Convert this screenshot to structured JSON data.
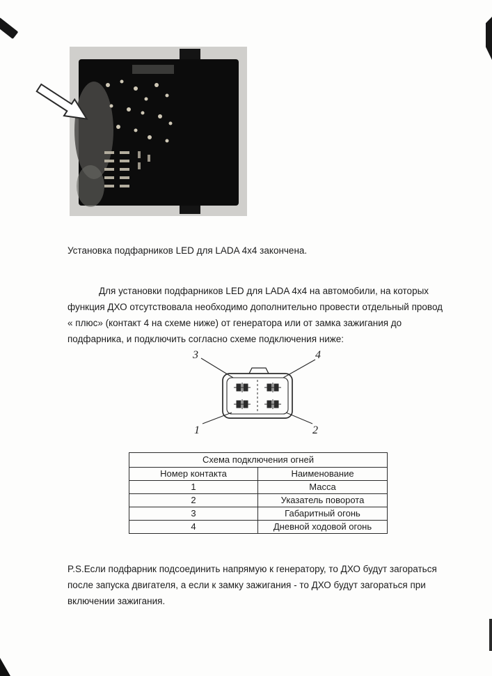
{
  "page": {
    "caption": "Установка подфарников LED для LADA 4x4 закончена.",
    "paragraph": "Для установки подфарников LED для LADA 4x4 на автомобили, на которых функция ДХО отсутствовала необходимо дополнительно провести отдельный провод « плюс» (контакт 4 на схеме ниже) от генератора или от замка зажигания до подфарника, и подключить согласно схеме подключения ниже:",
    "ps_note": "P.S.Если подфарник подсоединить напрямую к генератору, то ДХО будут загораться после запуска двигателя, а если к замку зажигания - то ДХО будут загораться при включении зажигания."
  },
  "diagram": {
    "pin_top_left": "3",
    "pin_top_right": "4",
    "pin_bottom_left": "1",
    "pin_bottom_right": "2"
  },
  "table": {
    "title": "Схема подключения огней",
    "headers": [
      "Номер контакта",
      "Наименование"
    ],
    "rows": [
      [
        "1",
        "Масса"
      ],
      [
        "2",
        "Указатель поворота"
      ],
      [
        "3",
        "Габаритный огонь"
      ],
      [
        "4",
        "Дневной ходовой огонь"
      ]
    ]
  },
  "colors": {
    "ink": "#1c1c1c",
    "paper": "#fdfdfc",
    "photo_background": "#d2d1ce",
    "photo_body": "#0c0c0c"
  }
}
